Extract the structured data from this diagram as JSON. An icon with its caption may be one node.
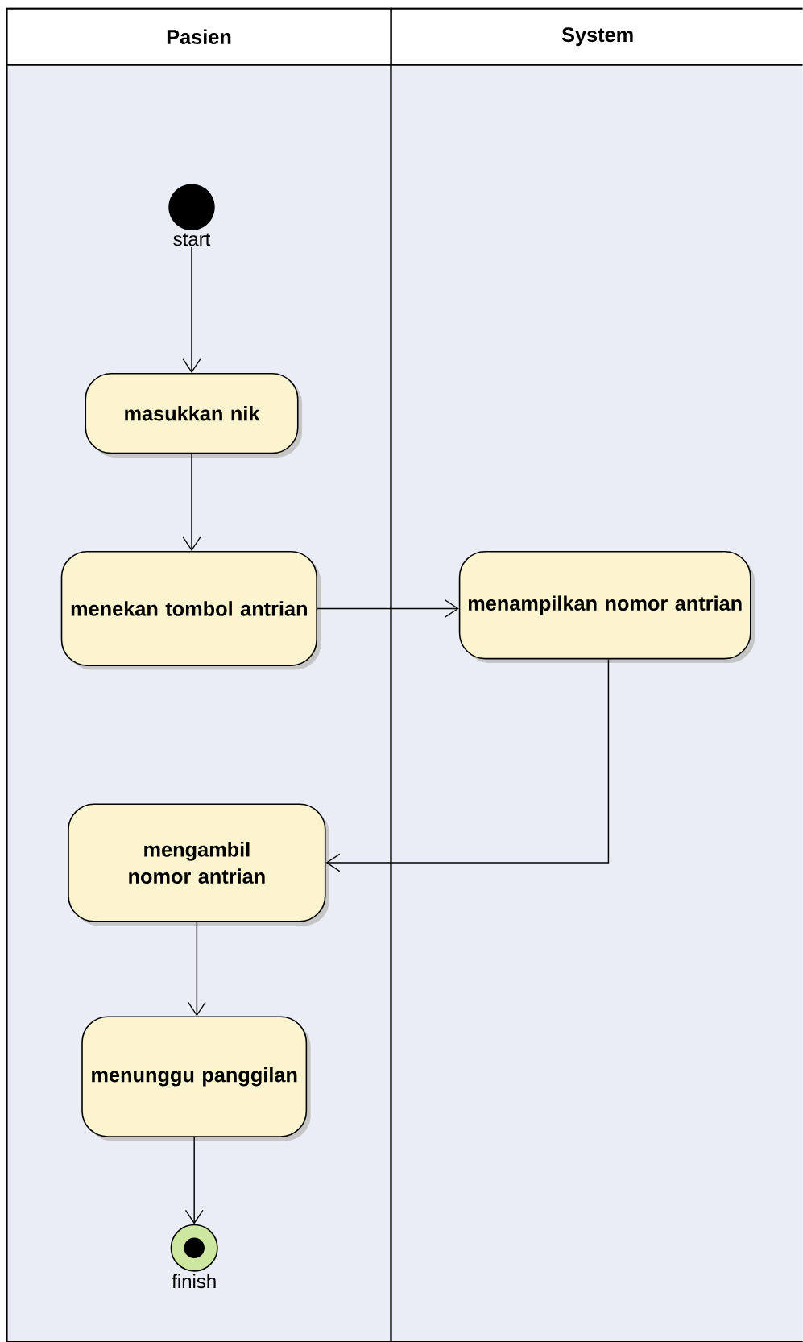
{
  "diagram": {
    "nodes": [
      {
        "text": [
          "Pasien"
        ]
      },
      {
        "text": [
          "System"
        ]
      },
      {
        "text": [],
        "shape": "circle",
        "in": 0,
        "beside": [
          "start"
        ]
      },
      {
        "text": [
          "masukkan nik"
        ],
        "in": 0
      },
      {
        "text": [
          "menekan tombol antrian"
        ],
        "in": 0
      },
      {
        "text": [
          "menampilkan nomor antrian"
        ],
        "in": 1
      },
      {
        "text": [
          "mengambil nomor antrian"
        ],
        "in": 0
      },
      {
        "text": [
          "menunggu panggilan"
        ],
        "in": 0
      },
      {
        "text": [],
        "shape": "circle",
        "in": 0,
        "beside": [
          "finish"
        ]
      }
    ],
    "edges": [
      {
        "from": 2,
        "to": 3,
        "arrow": "to"
      },
      {
        "from": 3,
        "to": 4,
        "arrow": "to"
      },
      {
        "from": 4,
        "to": 5,
        "arrow": "to"
      },
      {
        "from": 5,
        "to": 6,
        "arrow": "to"
      },
      {
        "from": 6,
        "to": 7,
        "arrow": "to"
      },
      {
        "from": 7,
        "to": 8,
        "arrow": "to"
      }
    ]
  }
}
